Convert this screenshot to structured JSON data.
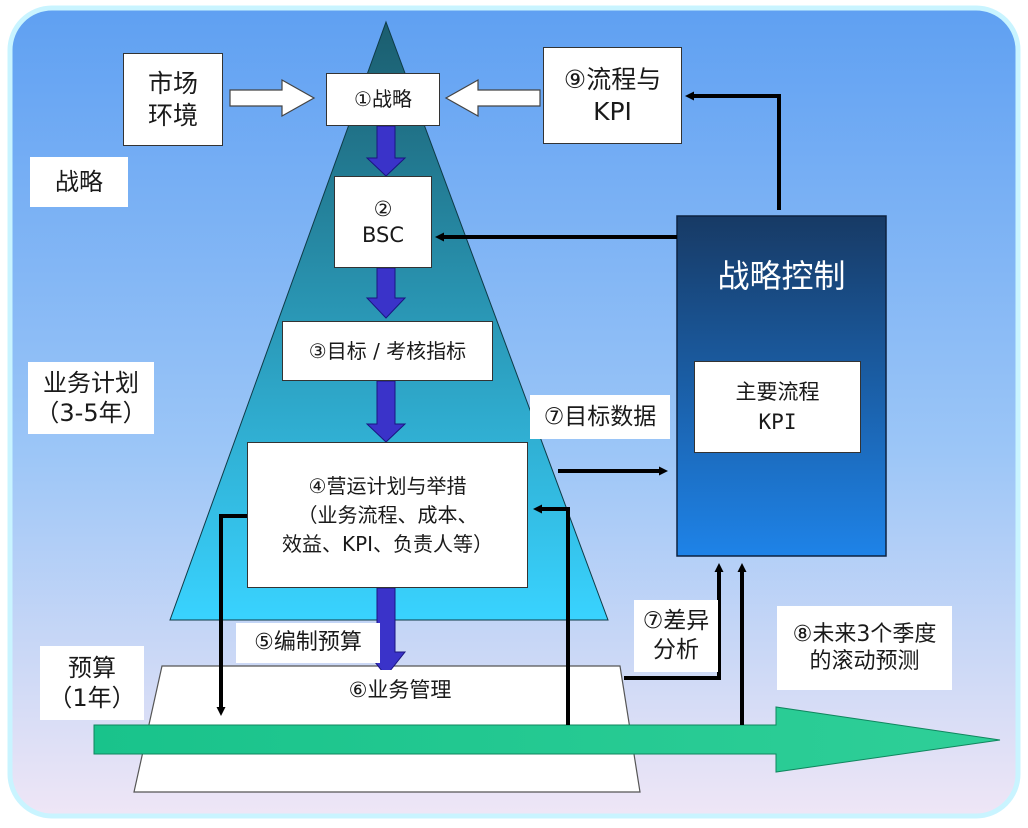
{
  "colors": {
    "background_top": "#5fa0f2",
    "background_bottom": "#efe6f6",
    "pyramid_top": "#1b5d6e",
    "pyramid_bottom": "#39d3ff",
    "control_top": "#173a65",
    "control_bottom": "#1e83e8",
    "flow_arrow": "#3a33c9",
    "timeline_arrow": "#1ec48a"
  },
  "levels": {
    "strategy": "战略",
    "business_plan": "业务计划\n（3-5年）",
    "budget": "预算\n（1年）"
  },
  "inputs": {
    "market": "市场\n环境",
    "process_kpi": "⑨流程与\nKPI"
  },
  "pyramid": {
    "strategy": "①战略",
    "bsc": "②\nBSC",
    "targets": "③目标 / 考核指标",
    "operations": "④营运计划与举措\n（业务流程、成本、\n效益、KPI、负责人等）",
    "budgeting": "⑤编制预算",
    "business_mgmt": "⑥业务管理"
  },
  "control": {
    "title": "战略控制",
    "inner": "主要流程\nKPI"
  },
  "annotations": {
    "target_data": "⑦目标数据",
    "variance": "⑦差异\n分析",
    "forecast": "⑧未来3个季度\n的滚动预测"
  }
}
